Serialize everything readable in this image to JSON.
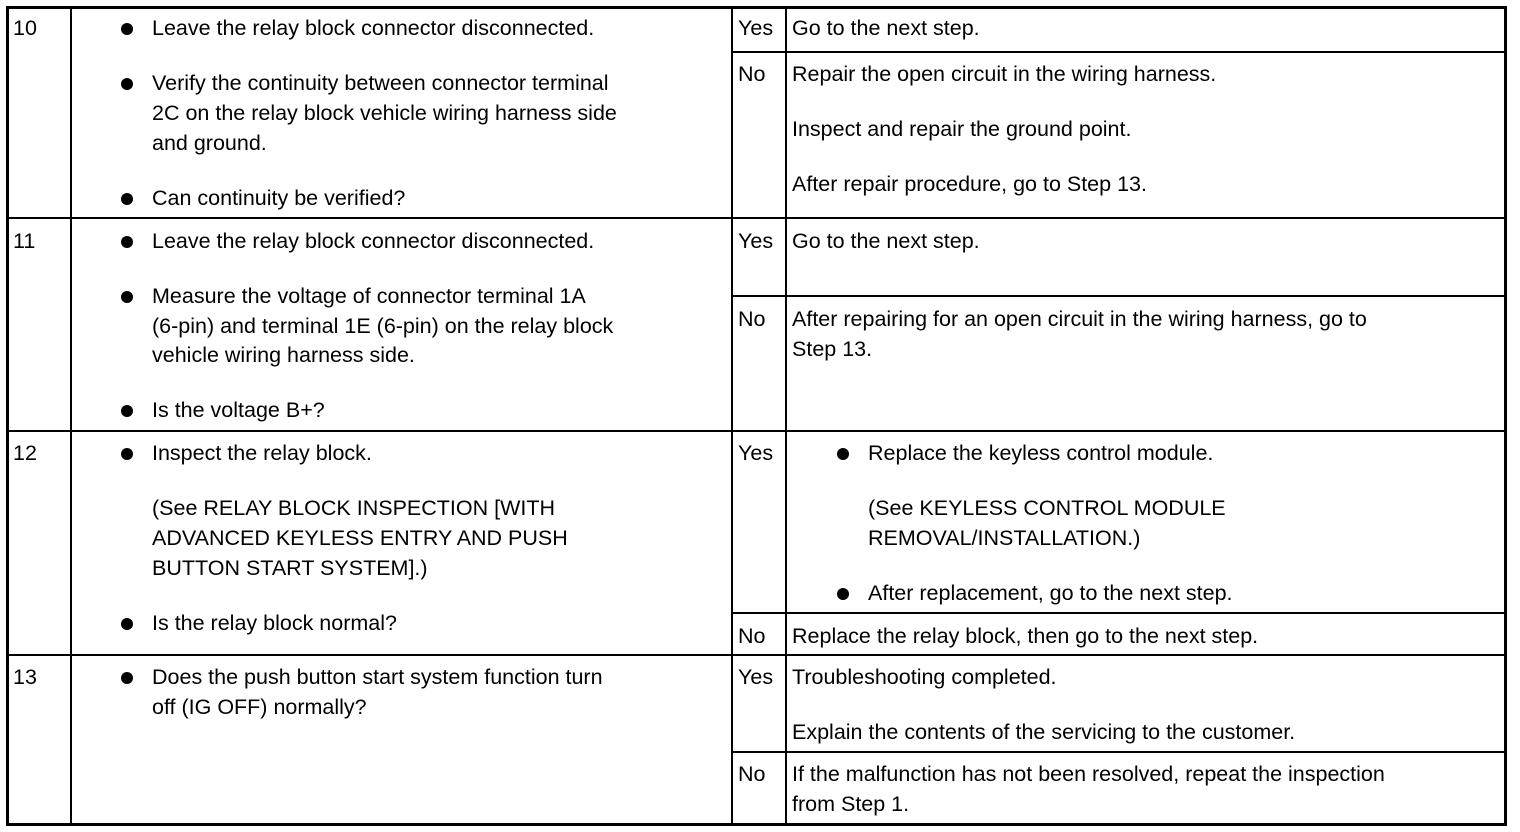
{
  "rows": [
    {
      "step": "10",
      "checks": [
        {
          "lines": [
            "Leave the relay block connector disconnected."
          ]
        },
        {
          "lines": [
            "Verify the continuity between connector terminal",
            "2C on the relay block vehicle wiring harness side",
            "and ground."
          ]
        },
        {
          "lines": [
            "Can continuity be verified?"
          ]
        }
      ],
      "yes": {
        "label": "Yes",
        "lines": [
          "Go to the next step."
        ]
      },
      "no": {
        "label": "No",
        "lines": [
          "Repair the open circuit in the wiring harness.",
          "Inspect and repair the ground point.",
          "After repair procedure, go to Step 13."
        ]
      }
    },
    {
      "step": "11",
      "checks": [
        {
          "lines": [
            "Leave the relay block connector disconnected."
          ]
        },
        {
          "lines": [
            "Measure the voltage of connector terminal 1A",
            "(6-pin) and terminal 1E (6-pin) on the relay block",
            "vehicle wiring harness side."
          ]
        },
        {
          "lines": [
            "Is the voltage B+?"
          ]
        }
      ],
      "yes": {
        "label": "Yes",
        "lines": [
          "Go to the next step."
        ]
      },
      "no": {
        "label": "No",
        "lines": [
          "After repairing for an open circuit in the wiring harness, go to",
          "Step 13."
        ]
      }
    },
    {
      "step": "12",
      "checks": [
        {
          "lines": [
            "Inspect the relay block."
          ]
        },
        {
          "lines": [
            "(See RELAY BLOCK INSPECTION [WITH",
            "ADVANCED KEYLESS ENTRY AND PUSH",
            "BUTTON START SYSTEM].)"
          ]
        },
        {
          "lines": [
            "Is the relay block normal?"
          ]
        }
      ],
      "yes": {
        "label": "Yes",
        "items": [
          {
            "lines": [
              "Replace the keyless control module."
            ]
          },
          {
            "lines": [
              "(See KEYLESS CONTROL MODULE",
              "REMOVAL/INSTALLATION.)"
            ]
          },
          {
            "lines": [
              "After replacement, go to the next step."
            ]
          }
        ]
      },
      "no": {
        "label": "No",
        "lines": [
          "Replace the relay block, then go to the next step."
        ]
      }
    },
    {
      "step": "13",
      "checks": [
        {
          "lines": [
            "Does the push button start system function turn",
            "off (IG OFF) normally?"
          ]
        }
      ],
      "yes": {
        "label": "Yes",
        "lines": [
          "Troubleshooting completed.",
          "Explain the contents of the servicing to the customer."
        ]
      },
      "no": {
        "label": "No",
        "lines": [
          "If the malfunction has not been resolved, repeat the inspection",
          "from Step 1."
        ]
      }
    }
  ]
}
